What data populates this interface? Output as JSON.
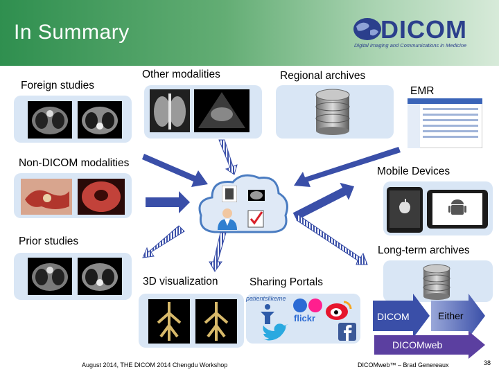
{
  "title": "In Summary",
  "logo": {
    "word": "DICOM",
    "tagline": "Digital Imaging and Communications in Medicine"
  },
  "sections": {
    "foreign_studies": "Foreign studies",
    "other_modalities": "Other modalities",
    "regional_archives": "Regional archives",
    "emr": "EMR",
    "non_dicom": "Non-DICOM modalities",
    "mobile_devices": "Mobile Devices",
    "prior_studies": "Prior studies",
    "long_term_archives": "Long-term archives",
    "visualization_3d": "3D visualization",
    "sharing_portals": "Sharing Portals"
  },
  "portal_logos": {
    "patientslikeme": "patientslikeme",
    "flickr": "flickr"
  },
  "legend": {
    "dicom": "DICOM",
    "either": "Either",
    "dicomweb": "DICOMweb"
  },
  "footer": {
    "left": "August 2014, THE DICOM 2014 Chengdu Workshop",
    "right": "DICOMweb™ – Brad Genereaux",
    "page": "38"
  },
  "colors": {
    "header_green": "#2f8f4f",
    "box_blue": "#d9e6f5",
    "arrow_blue": "#3a4fa8",
    "dicomweb_purple": "#5b3fa0"
  }
}
